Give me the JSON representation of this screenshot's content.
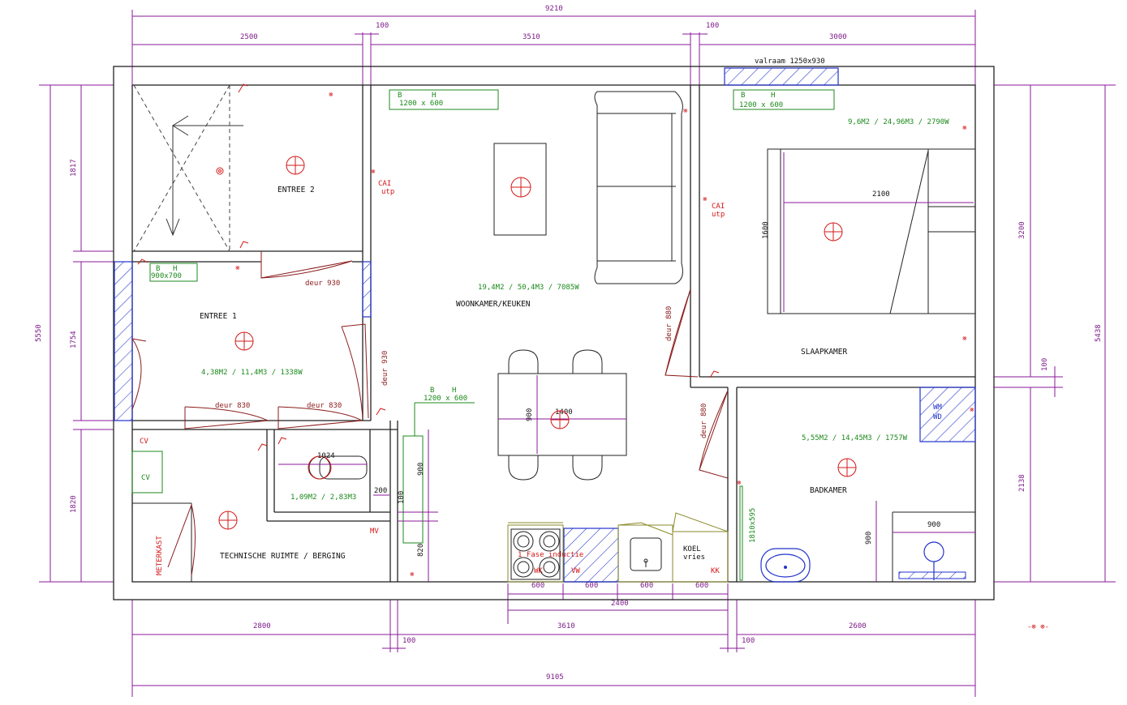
{
  "dimensions": {
    "top_total": "9210",
    "top_seg1": "2500",
    "top_gap1": "100",
    "top_seg2": "3510",
    "top_gap2": "100",
    "top_seg3": "3000",
    "left_total": "5550",
    "left_seg1": "1817",
    "left_seg2": "1754",
    "left_seg3": "1820",
    "right_total": "5438",
    "right_seg1": "3200",
    "right_gap": "100",
    "right_seg2": "2138",
    "bottom_seg1": "2800",
    "bottom_gap1": "100",
    "bottom_seg2": "3610",
    "bottom_gap2": "100",
    "bottom_seg3": "2600",
    "bottom_total": "9105",
    "kitchen_600_1": "600",
    "kitchen_600_2": "600",
    "kitchen_600_3": "600",
    "kitchen_600_4": "600",
    "kitchen_total": "2400",
    "bed_width": "2100",
    "bed_length": "1600",
    "table_width": "1400",
    "table_depth": "900",
    "wc_1024": "1024",
    "dim_200": "200",
    "dim_100": "100",
    "dim_900_tech": "900",
    "dim_820": "820",
    "bath_900_w": "900",
    "bath_900_h": "900",
    "shower_1810": "1810x595"
  },
  "rooms": {
    "entree2": "ENTREE 2",
    "entree1": "ENTREE 1",
    "woonkamer": "WOONKAMER/KEUKEN",
    "slaapkamer": "SLAAPKAMER",
    "badkamer": "BADKAMER",
    "technische": "TECHNISCHE RUIMTE / BERGING",
    "meterkast": "METERKAST",
    "cv": "CV",
    "cv_label": "CV",
    "koel": "KOEL",
    "vries": "vries",
    "wm": "WM",
    "wd": "WD"
  },
  "areas": {
    "woonkamer": "19,4M2 / 50,4M3 / 7085W",
    "entree1": "4,38M2 / 11,4M3 / 1338W",
    "slaapkamer": "9,6M2 / 24,96M3 / 2790W",
    "badkamer": "5,55M2 / 14,45M3 / 1757W",
    "wc": "1,09M2 / 2,83M3"
  },
  "doors": {
    "d1": "deur 930",
    "d2": "deur 930",
    "d3": "deur 830",
    "d4": "deur 830",
    "d5": "deur 880",
    "d6": "deur 880"
  },
  "windows": {
    "valraam": "valraam 1250x930",
    "w1_b": "B",
    "w1_h": "H",
    "w1_size": "1200 x 600",
    "w2_b": "B",
    "w2_h": "H",
    "w2_size": "1200 x 600",
    "w3_b": "B",
    "w3_h": "H",
    "w3_size": "900x700",
    "w4_b": "B",
    "w4_h": "H",
    "w4_size": "1200 x 600"
  },
  "electrical": {
    "cai1": "CAI",
    "utp1": "utp",
    "cai2": "CAI",
    "utp2": "utp",
    "mv": "MV",
    "vw": "VW",
    "kk": "KK",
    "wk": "WK",
    "induction": "1 Fase inductie",
    "legend": "-⊗ ⊗-"
  },
  "colors": {
    "dimension": "#7d1d8a",
    "wall": "#222222",
    "area_text": "#1c8a1c",
    "door": "#8b1a1a",
    "electric": "#d41818",
    "hatch": "#2233cc"
  }
}
